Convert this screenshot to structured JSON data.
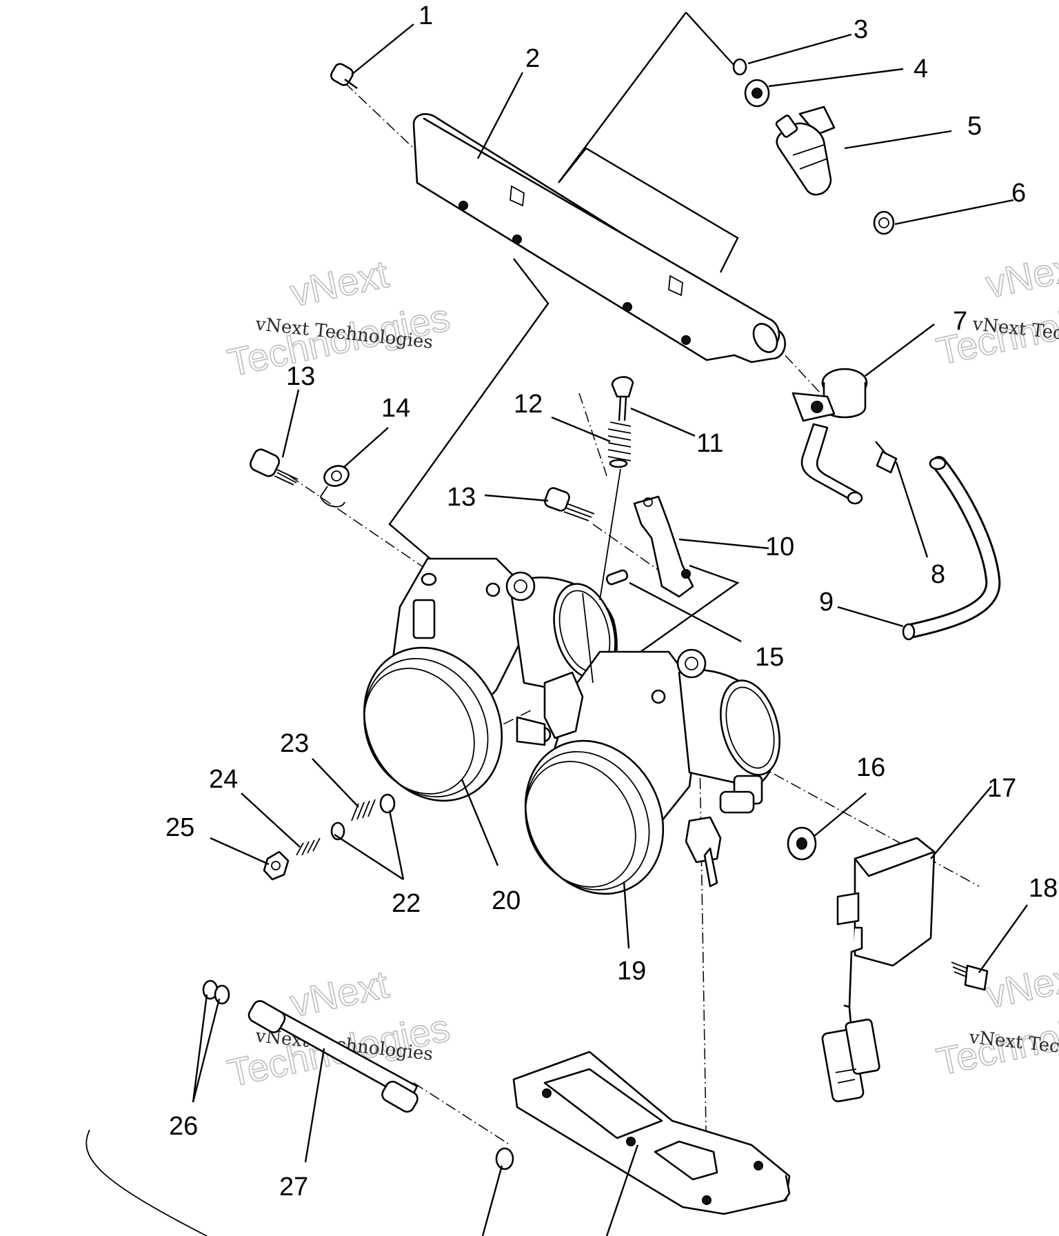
{
  "watermark": {
    "line_text": "vNext Technologies",
    "big_line1": "vNext",
    "big_line2": "Technologies"
  },
  "callouts": [
    "1",
    "2",
    "3",
    "4",
    "5",
    "6",
    "7",
    "8",
    "9",
    "10",
    "11",
    "12",
    "13",
    "13",
    "14",
    "15",
    "16",
    "17",
    "18",
    "19",
    "20",
    "22",
    "23",
    "24",
    "25",
    "26",
    "27"
  ]
}
